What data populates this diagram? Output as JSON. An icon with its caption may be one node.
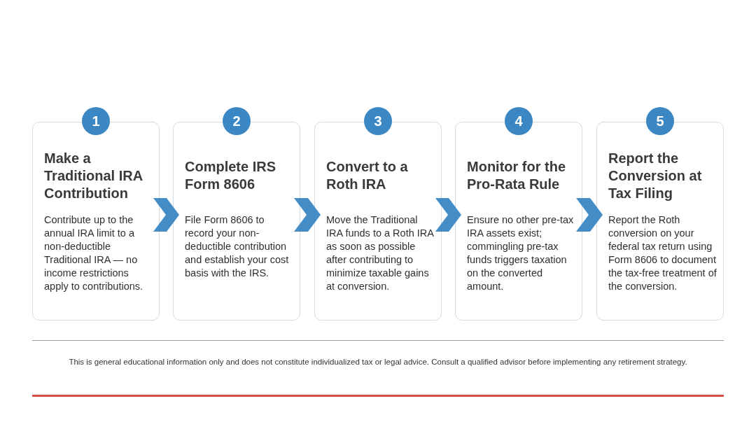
{
  "diagram": {
    "nodes": [
      {
        "text": [
          "1"
        ]
      },
      {
        "text": [
          "Make a Traditional IRA Contribution",
          "Contribute up to the annual IRA limit to a non-deductible Traditional IRA — no income restrictions apply to contributions."
        ]
      },
      {
        "text": [
          "2"
        ]
      },
      {
        "text": [
          "Complete IRS Form 8606",
          "File Form 8606 to record your non-deductible contribution and establish your cost basis with the IRS."
        ]
      },
      {
        "text": [
          "3"
        ]
      },
      {
        "text": [
          "Convert to a Roth IRA",
          "Move the Traditional IRA funds to a Roth IRA as soon as possible after contributing to minimize taxable gains at conversion."
        ]
      },
      {
        "text": [
          "4"
        ]
      },
      {
        "text": [
          "Monitor for the Pro-Rata Rule",
          "Ensure no other pre-tax IRA assets exist; commingling pre-tax funds triggers taxation on the converted amount."
        ]
      },
      {
        "text": [
          "5"
        ]
      },
      {
        "text": [
          "Report the Conversion at Tax Filing",
          "Report the Roth conversion on your federal tax return using Form 8606 to document the tax-free treatment of the conversion."
        ]
      }
    ],
    "edges": [
      {
        "from": 1,
        "to": 3,
        "arrow": "to"
      },
      {
        "from": 3,
        "to": 5,
        "arrow": "to"
      },
      {
        "from": 5,
        "to": 7,
        "arrow": "to"
      },
      {
        "from": 7,
        "to": 9,
        "arrow": "to"
      }
    ],
    "labels": [
      "This is general educational information only and does not constitute individualized tax or legal advice. Consult a qualified advisor before implementing any retirement strategy."
    ]
  }
}
